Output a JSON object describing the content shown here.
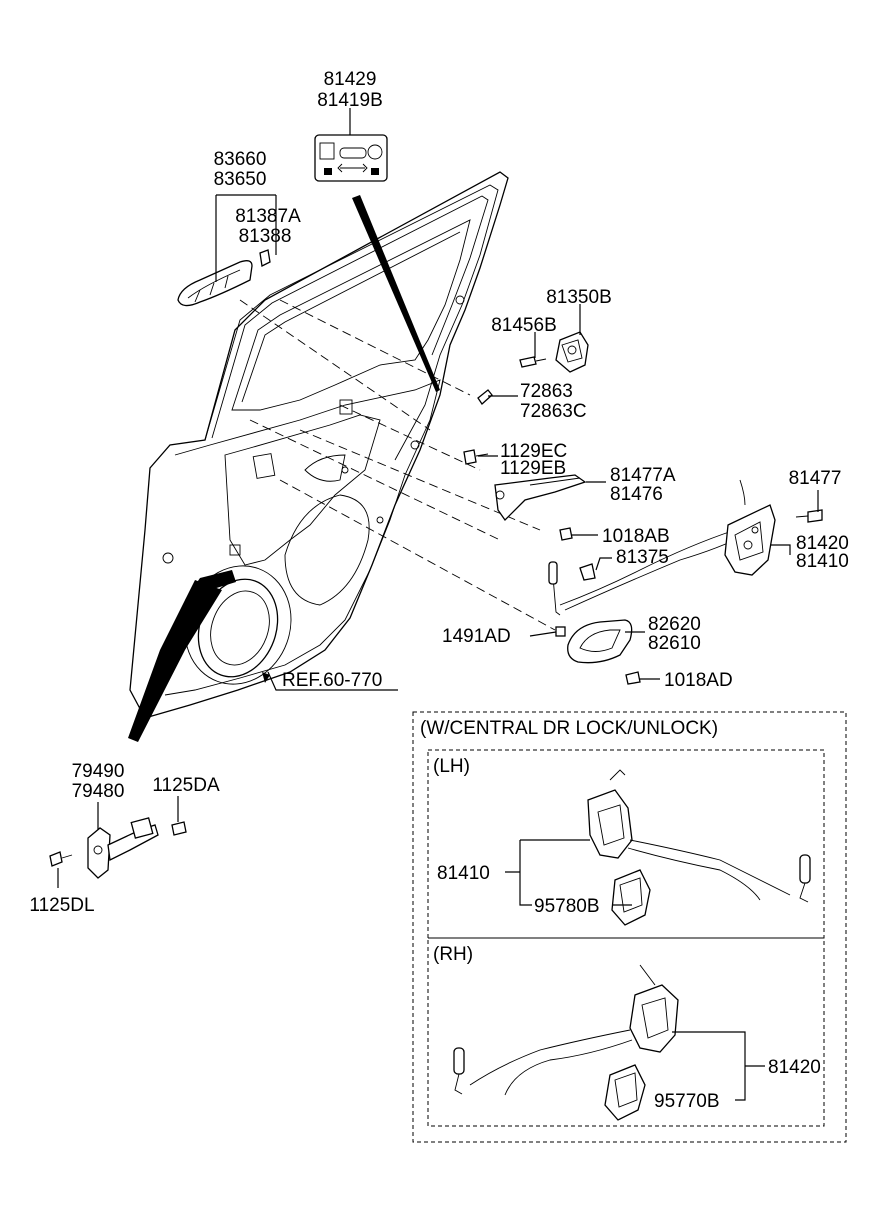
{
  "diagram": {
    "labels": {
      "p81429": "81429",
      "p81419B": "81419B",
      "p83660": "83660",
      "p83650": "83650",
      "p81387A": "81387A",
      "p81388": "81388",
      "p81350B": "81350B",
      "p81456B": "81456B",
      "p72863": "72863",
      "p72863C": "72863C",
      "p1129EC": "1129EC",
      "p1129EB": "1129EB",
      "p81477A": "81477A",
      "p81476": "81476",
      "p81477": "81477",
      "p1018AB": "1018AB",
      "p81420": "81420",
      "p81410": "81410",
      "p81375": "81375",
      "p82620": "82620",
      "p82610": "82610",
      "p1491AD": "1491AD",
      "p1018AD": "1018AD",
      "ref": "REF.60-770",
      "p79490": "79490",
      "p79480": "79480",
      "p1125DA": "1125DA",
      "p1125DL": "1125DL"
    },
    "inset": {
      "title": "(W/CENTRAL DR LOCK/UNLOCK)",
      "lh": {
        "title": "(LH)",
        "part_a": "81410",
        "part_b": "95780B"
      },
      "rh": {
        "title": "(RH)",
        "part_a": "81420",
        "part_b": "95770B"
      }
    }
  }
}
